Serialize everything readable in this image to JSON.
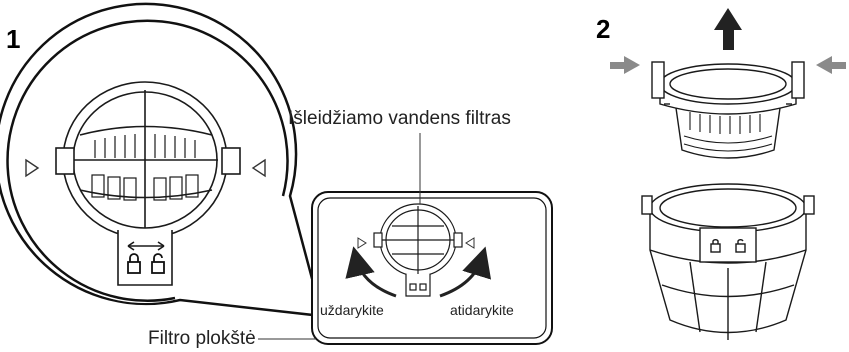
{
  "steps": {
    "step1": "1",
    "step2": "2"
  },
  "labels": {
    "drain_filter": "Išleidžiamo vandens filtras",
    "filter_plate": "Filtro plokštė",
    "close": "uždarykite",
    "open": "atidarykite"
  },
  "icons": {
    "lock": "lock-closed-icon",
    "unlock": "lock-open-icon",
    "up_arrow": "arrow-up-icon",
    "press_arrows": "arrow-in-icon"
  },
  "colors": {
    "line": "#1a1a1a",
    "arrow_gray": "#8a8a8a",
    "arrow_dark": "#222222"
  }
}
